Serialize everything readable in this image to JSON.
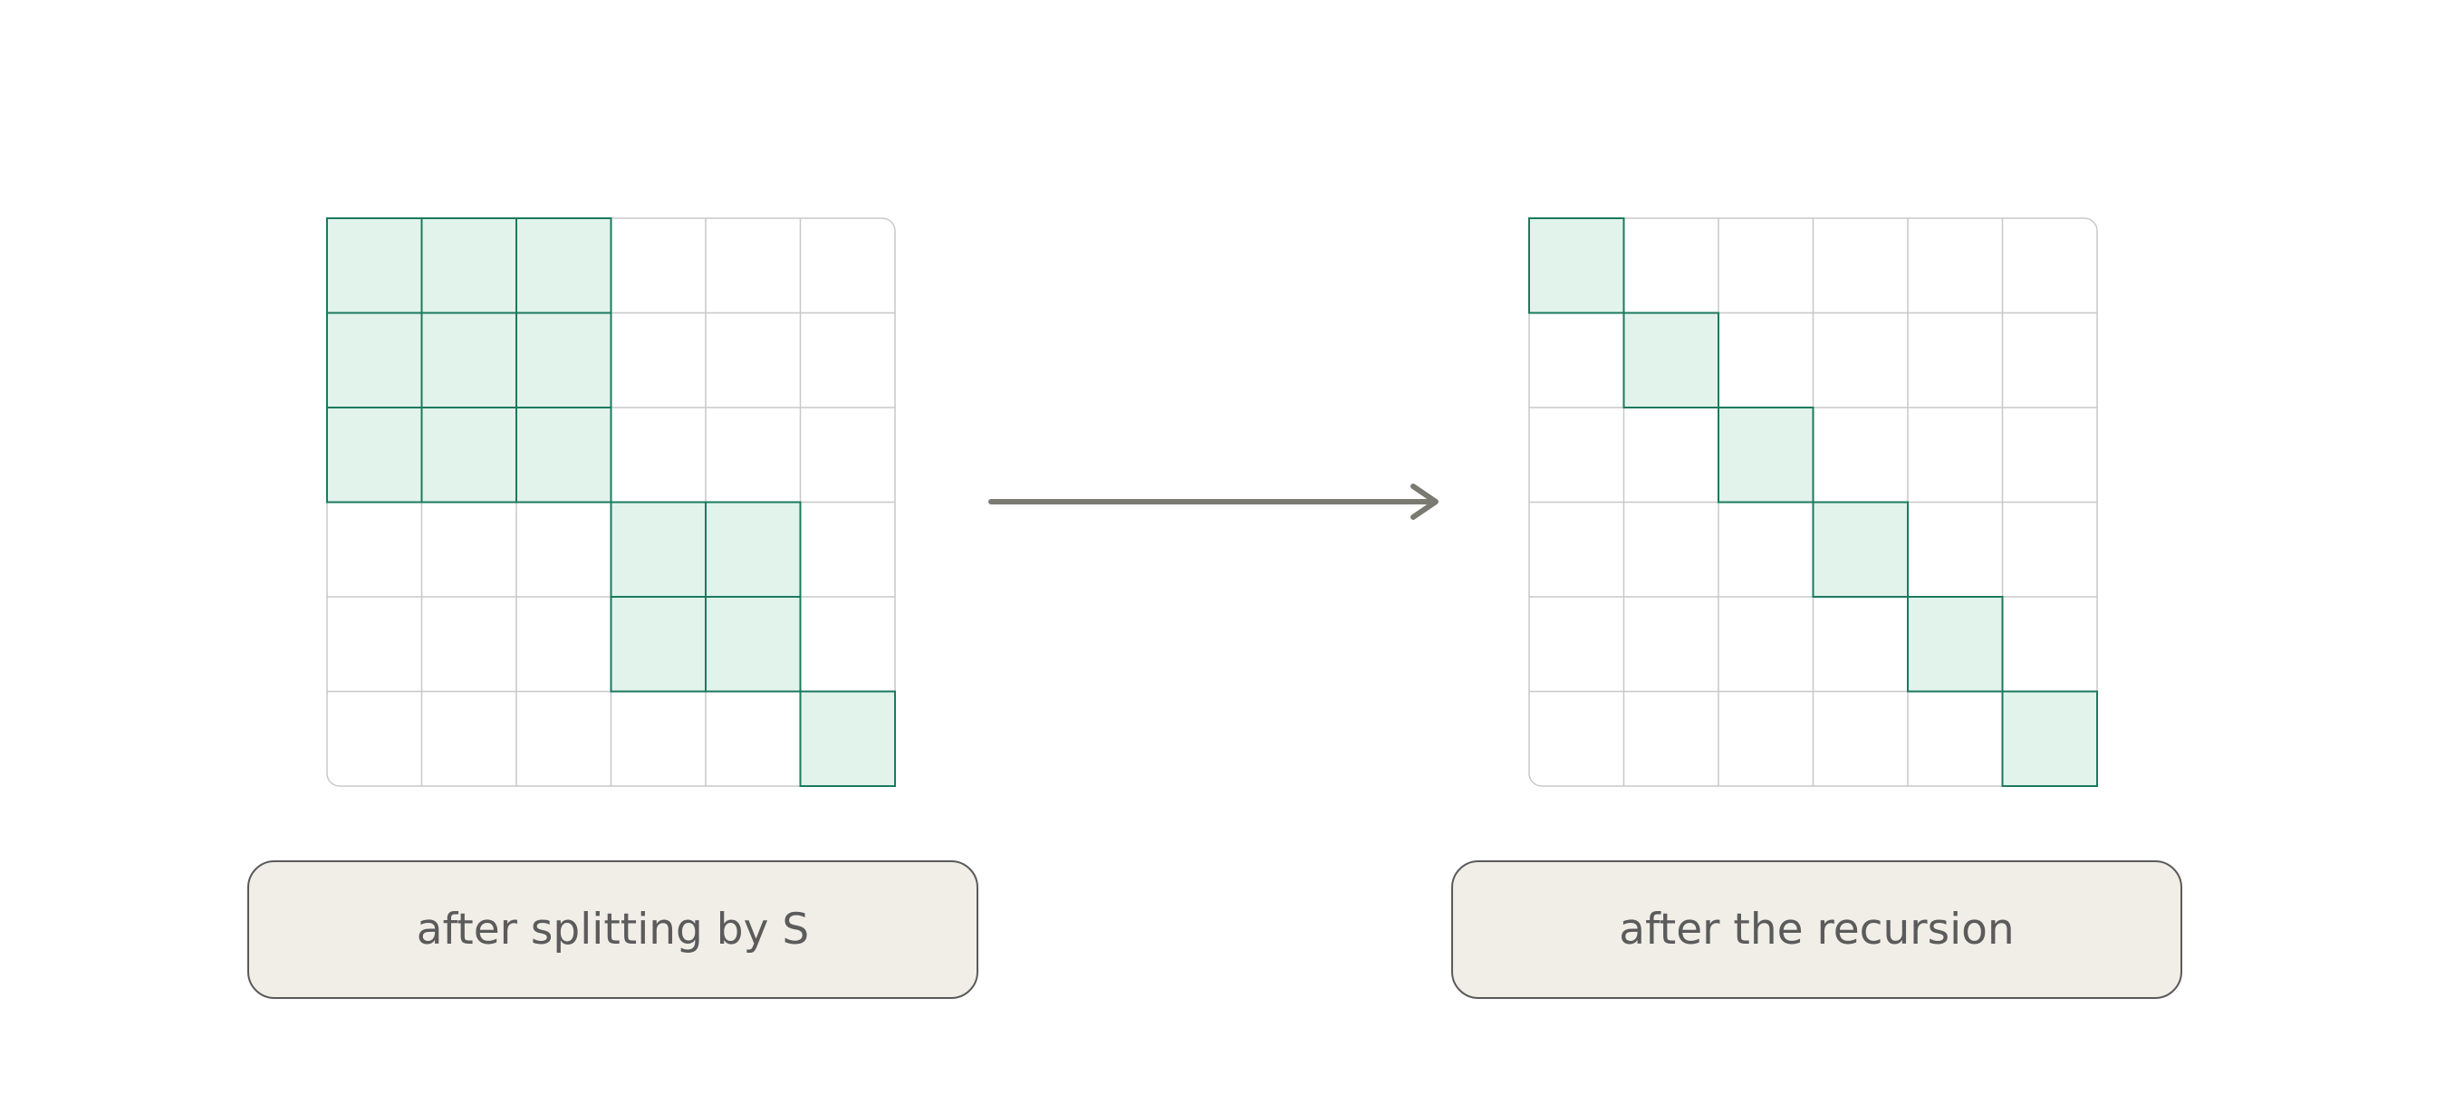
{
  "colors": {
    "background": "#ffffff",
    "grid_line": "#c8c8c8",
    "block_fill": "#e2f3ec",
    "block_stroke": "#1b7a5e",
    "arrow": "#7a7a72",
    "caption_fill": "#f1eee8",
    "caption_border": "#5a5a5a",
    "caption_text": "#5b5b5b"
  },
  "grid_size": 6,
  "left_matrix": {
    "blocks": [
      {
        "start": 0,
        "size": 3
      },
      {
        "start": 3,
        "size": 2
      },
      {
        "start": 5,
        "size": 1
      }
    ],
    "caption": "after splitting by S"
  },
  "right_matrix": {
    "blocks": [
      {
        "start": 0,
        "size": 1
      },
      {
        "start": 1,
        "size": 1
      },
      {
        "start": 2,
        "size": 1
      },
      {
        "start": 3,
        "size": 1
      },
      {
        "start": 4,
        "size": 1
      },
      {
        "start": 5,
        "size": 1
      }
    ],
    "caption": "after the recursion"
  },
  "arrow_icon": "right-arrow-icon"
}
